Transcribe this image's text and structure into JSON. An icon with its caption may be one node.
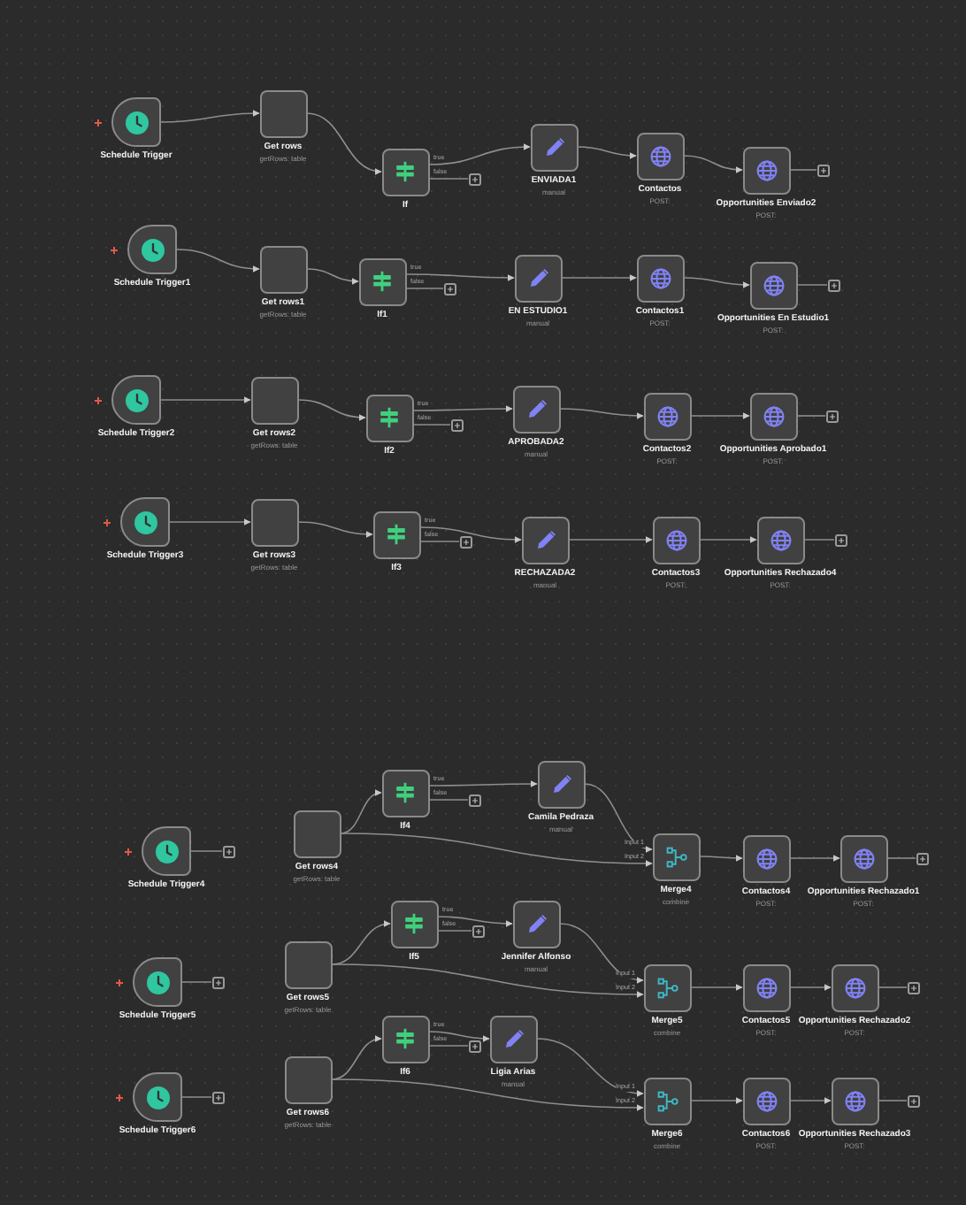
{
  "diagram": {
    "nodes": [
      {
        "text": [
          "Schedule Trigger"
        ]
      },
      {
        "text": [
          "Get rows",
          "getRows: table"
        ]
      },
      {
        "text": [
          "If"
        ]
      },
      {
        "text": [],
        "shape": "box"
      },
      {
        "text": [
          "ENVIADA1",
          "manual"
        ]
      },
      {
        "text": [
          "Contactos",
          "POST:"
        ]
      },
      {
        "text": [
          "Opportunities Enviado2",
          "POST:"
        ]
      },
      {
        "text": [],
        "shape": "box"
      },
      {
        "text": [
          "Schedule Trigger1"
        ]
      },
      {
        "text": [
          "Get rows1",
          "getRows: table"
        ]
      },
      {
        "text": [
          "If1"
        ]
      },
      {
        "text": [],
        "shape": "box"
      },
      {
        "text": [
          "EN ESTUDIO1",
          "manual"
        ]
      },
      {
        "text": [
          "Contactos1",
          "POST:"
        ]
      },
      {
        "text": [
          "Opportunities En Estudio1",
          "POST:"
        ]
      },
      {
        "text": [],
        "shape": "box"
      },
      {
        "text": [
          "Schedule Trigger2"
        ]
      },
      {
        "text": [
          "Get rows2",
          "getRows: table"
        ]
      },
      {
        "text": [
          "If2"
        ]
      },
      {
        "text": [],
        "shape": "box"
      },
      {
        "text": [
          "APROBADA2",
          "manual"
        ]
      },
      {
        "text": [
          "Contactos2",
          "POST:"
        ]
      },
      {
        "text": [
          "Opportunities Aprobado1",
          "POST:"
        ]
      },
      {
        "text": [],
        "shape": "box"
      },
      {
        "text": [
          "Schedule Trigger3"
        ]
      },
      {
        "text": [
          "Get rows3",
          "getRows: table"
        ]
      },
      {
        "text": [
          "If3"
        ]
      },
      {
        "text": [],
        "shape": "box"
      },
      {
        "text": [
          "RECHAZADA2",
          "manual"
        ]
      },
      {
        "text": [
          "Contactos3",
          "POST:"
        ]
      },
      {
        "text": [
          "Opportunities Rechazado4",
          "POST:"
        ]
      },
      {
        "text": [],
        "shape": "box"
      },
      {
        "text": [
          "Schedule Trigger4"
        ]
      },
      {
        "text": [],
        "shape": "box"
      },
      {
        "text": [
          "Get rows4",
          "getRows: table"
        ]
      },
      {
        "text": [
          "If4"
        ]
      },
      {
        "text": [],
        "shape": "box"
      },
      {
        "text": [
          "Camila Pedraza",
          "manual"
        ]
      },
      {
        "text": [
          "Merge4",
          "combine"
        ]
      },
      {
        "text": [
          "Contactos4",
          "POST:"
        ]
      },
      {
        "text": [
          "Opportunities Rechazado1",
          "POST:"
        ]
      },
      {
        "text": [],
        "shape": "box"
      },
      {
        "text": [
          "Schedule Trigger5"
        ]
      },
      {
        "text": [],
        "shape": "box"
      },
      {
        "text": [
          "Get rows5",
          "getRows: table"
        ]
      },
      {
        "text": [
          "If5"
        ]
      },
      {
        "text": [],
        "shape": "box"
      },
      {
        "text": [
          "Jennifer Alfonso",
          "manual"
        ]
      },
      {
        "text": [
          "Merge5",
          "combine"
        ]
      },
      {
        "text": [
          "Contactos5",
          "POST:"
        ]
      },
      {
        "text": [
          "Opportunities Rechazado2",
          "POST:"
        ]
      },
      {
        "text": [],
        "shape": "box"
      },
      {
        "text": [
          "Schedule Trigger6"
        ]
      },
      {
        "text": [],
        "shape": "box"
      },
      {
        "text": [
          "Get rows6",
          "getRows: table"
        ]
      },
      {
        "text": [
          "If6"
        ]
      },
      {
        "text": [],
        "shape": "box"
      },
      {
        "text": [
          "Ligia Arias",
          "manual"
        ]
      },
      {
        "text": [
          "Merge6",
          "combine"
        ]
      },
      {
        "text": [
          "Contactos6",
          "POST:"
        ]
      },
      {
        "text": [
          "Opportunities Rechazado3",
          "POST:"
        ]
      },
      {
        "text": [],
        "shape": "box"
      }
    ],
    "edges": [
      {
        "from": 0,
        "to": 1,
        "arrow": "to"
      },
      {
        "from": 1,
        "to": 2,
        "arrow": "to"
      },
      {
        "from": 2,
        "to": 4,
        "arrow": "to",
        "label": "true"
      },
      {
        "from": 2,
        "to": 3,
        "arrow": "none",
        "label": "false"
      },
      {
        "from": 4,
        "to": 5,
        "arrow": "to"
      },
      {
        "from": 5,
        "to": 6,
        "arrow": "to"
      },
      {
        "from": 6,
        "to": 7,
        "arrow": "none"
      },
      {
        "from": 8,
        "to": 9,
        "arrow": "to"
      },
      {
        "from": 9,
        "to": 10,
        "arrow": "to"
      },
      {
        "from": 10,
        "to": 12,
        "arrow": "to",
        "label": "true"
      },
      {
        "from": 10,
        "to": 11,
        "arrow": "none",
        "label": "false"
      },
      {
        "from": 12,
        "to": 13,
        "arrow": "to"
      },
      {
        "from": 13,
        "to": 14,
        "arrow": "to"
      },
      {
        "from": 14,
        "to": 15,
        "arrow": "none"
      },
      {
        "from": 16,
        "to": 17,
        "arrow": "to"
      },
      {
        "from": 17,
        "to": 18,
        "arrow": "to"
      },
      {
        "from": 18,
        "to": 20,
        "arrow": "to",
        "label": "true"
      },
      {
        "from": 18,
        "to": 19,
        "arrow": "none",
        "label": "false"
      },
      {
        "from": 20,
        "to": 21,
        "arrow": "to"
      },
      {
        "from": 21,
        "to": 22,
        "arrow": "to"
      },
      {
        "from": 22,
        "to": 23,
        "arrow": "none"
      },
      {
        "from": 24,
        "to": 25,
        "arrow": "to"
      },
      {
        "from": 25,
        "to": 26,
        "arrow": "to"
      },
      {
        "from": 26,
        "to": 28,
        "arrow": "to",
        "label": "true"
      },
      {
        "from": 26,
        "to": 27,
        "arrow": "none",
        "label": "false"
      },
      {
        "from": 28,
        "to": 29,
        "arrow": "to"
      },
      {
        "from": 29,
        "to": 30,
        "arrow": "to"
      },
      {
        "from": 30,
        "to": 31,
        "arrow": "none"
      },
      {
        "from": 32,
        "to": 33,
        "arrow": "none"
      },
      {
        "from": 34,
        "to": 35,
        "arrow": "to"
      },
      {
        "from": 34,
        "to": 38,
        "arrow": "to",
        "label": "Input 2"
      },
      {
        "from": 35,
        "to": 37,
        "arrow": "to",
        "label": "true"
      },
      {
        "from": 35,
        "to": 36,
        "arrow": "none",
        "label": "false"
      },
      {
        "from": 37,
        "to": 38,
        "arrow": "to",
        "label": "Input 1"
      },
      {
        "from": 38,
        "to": 39,
        "arrow": "to"
      },
      {
        "from": 39,
        "to": 40,
        "arrow": "to"
      },
      {
        "from": 40,
        "to": 41,
        "arrow": "none"
      },
      {
        "from": 42,
        "to": 43,
        "arrow": "none"
      },
      {
        "from": 44,
        "to": 45,
        "arrow": "to"
      },
      {
        "from": 44,
        "to": 48,
        "arrow": "to",
        "label": "Input 2"
      },
      {
        "from": 45,
        "to": 47,
        "arrow": "to",
        "label": "true"
      },
      {
        "from": 45,
        "to": 46,
        "arrow": "none",
        "label": "false"
      },
      {
        "from": 47,
        "to": 48,
        "arrow": "to",
        "label": "Input 1"
      },
      {
        "from": 48,
        "to": 49,
        "arrow": "to"
      },
      {
        "from": 49,
        "to": 50,
        "arrow": "to"
      },
      {
        "from": 50,
        "to": 51,
        "arrow": "none"
      },
      {
        "from": 52,
        "to": 53,
        "arrow": "none"
      },
      {
        "from": 54,
        "to": 55,
        "arrow": "to"
      },
      {
        "from": 54,
        "to": 58,
        "arrow": "to",
        "label": "Input 2"
      },
      {
        "from": 55,
        "to": 57,
        "arrow": "to",
        "label": "true"
      },
      {
        "from": 55,
        "to": 56,
        "arrow": "none",
        "label": "false"
      },
      {
        "from": 57,
        "to": 58,
        "arrow": "to",
        "label": "Input 1"
      },
      {
        "from": 58,
        "to": 59,
        "arrow": "to"
      },
      {
        "from": 59,
        "to": 60,
        "arrow": "to"
      },
      {
        "from": 60,
        "to": 61,
        "arrow": "none"
      }
    ]
  }
}
